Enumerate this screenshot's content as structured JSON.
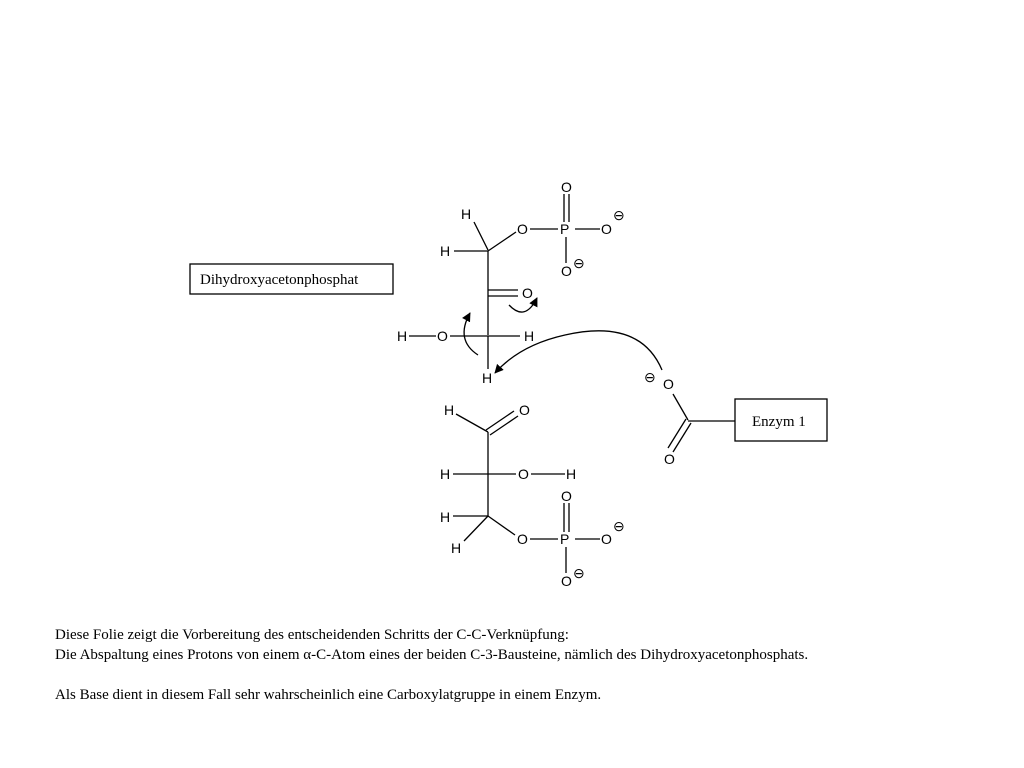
{
  "labels": {
    "top_compound": "Dihydroxyacetonphosphat",
    "enzyme": "Enzym 1"
  },
  "atoms": {
    "H": "H",
    "O": "O",
    "P": "P",
    "minus": "⊖"
  },
  "caption": {
    "line1": "Diese Folie zeigt die Vorbereitung des entscheidenden Schritts der C-C-Verknüpfung:",
    "line2": "Die Abspaltung eines Protons von einem α-C-Atom eines der beiden C-3-Bausteine, nämlich des Dihydroxyacetonphosphats.",
    "line3": "Als Base dient in diesem Fall sehr wahrscheinlich eine Carboxylatgruppe in einem Enzym."
  }
}
